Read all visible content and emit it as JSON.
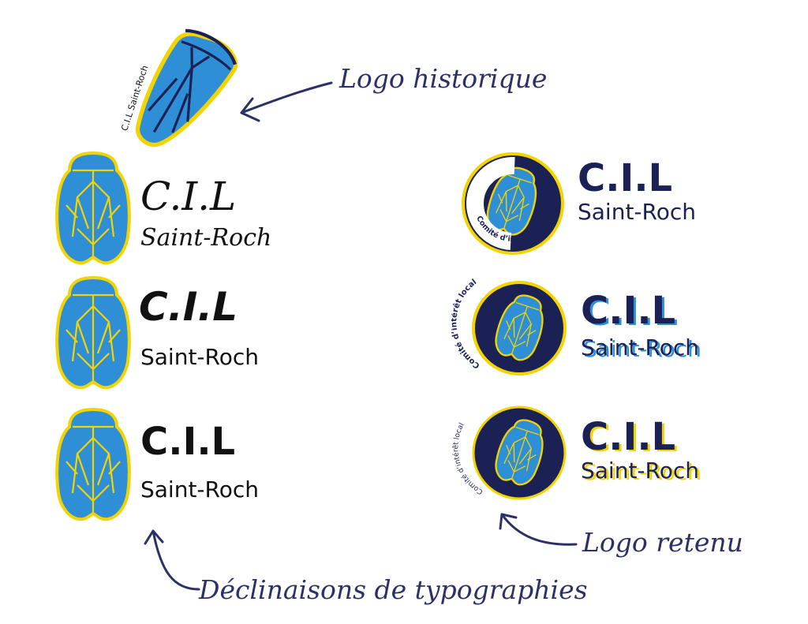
{
  "annotations": {
    "historic": "Logo historique",
    "retained": "Logo retenu",
    "typography": "Déclinaisons de typographies"
  },
  "historic_logo": {
    "ring_text": "C.I.L Saint-Roch"
  },
  "variants_left": [
    {
      "title": "C.I.L",
      "subtitle": "Saint-Roch"
    },
    {
      "title": "C.I.L",
      "subtitle": "Saint-Roch"
    },
    {
      "title": "C.I.L",
      "subtitle": "Saint-Roch"
    }
  ],
  "variants_right": [
    {
      "title": "C.I.L",
      "subtitle": "Saint-Roch",
      "ring_text": "Comité d’intérêt local"
    },
    {
      "title": "C.I.L",
      "subtitle": "Saint-Roch",
      "ring_text": "Comité d’intérêt local"
    },
    {
      "title": "C.I.L",
      "subtitle": "Saint-Roch",
      "ring_text": "Comité d’intérêt local"
    }
  ],
  "colors": {
    "navy": "#1c2155",
    "blue": "#2e8fd6",
    "yellow": "#f3d400",
    "annotation": "#2b3166"
  }
}
